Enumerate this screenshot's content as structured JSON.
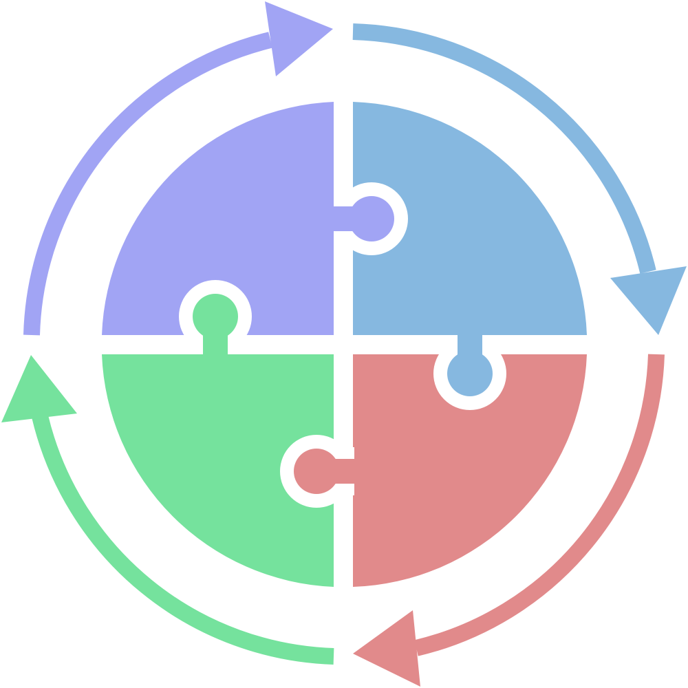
{
  "diagram": {
    "type": "puzzle-cycle",
    "pieces": [
      {
        "name": "top-left",
        "color": "#A1A4F4"
      },
      {
        "name": "top-right",
        "color": "#86B8E0"
      },
      {
        "name": "bottom-right",
        "color": "#E18A8B"
      },
      {
        "name": "bottom-left",
        "color": "#75E29D"
      }
    ],
    "arrows": [
      {
        "name": "purple",
        "color": "#A1A4F4",
        "direction": "clockwise"
      },
      {
        "name": "blue",
        "color": "#86B8E0",
        "direction": "clockwise"
      },
      {
        "name": "red",
        "color": "#E18A8B",
        "direction": "clockwise"
      },
      {
        "name": "green",
        "color": "#75E29D",
        "direction": "clockwise"
      }
    ],
    "background": "#FFFFFF"
  }
}
